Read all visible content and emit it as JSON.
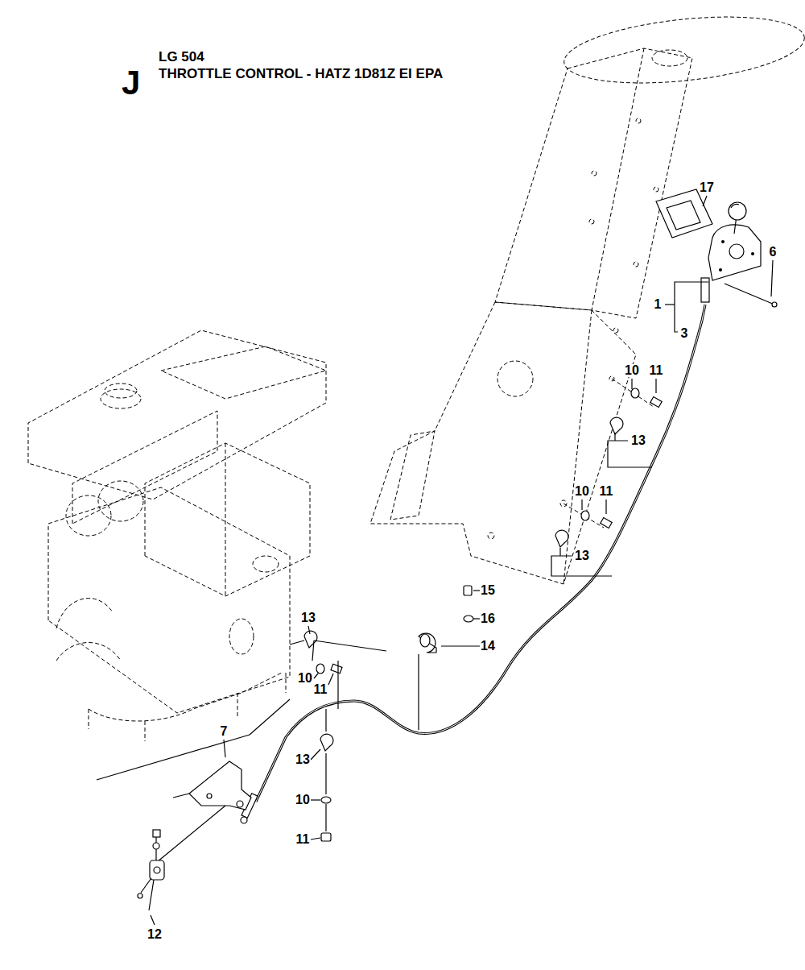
{
  "diagram": {
    "title": "THROTTLE CONTROL - HATZ 1D81Z EI EPA",
    "labels": [
      "J",
      "LG 504",
      "17",
      "6",
      "1",
      "3",
      "10",
      "11",
      "13",
      "10",
      "11",
      "13",
      "15",
      "16",
      "14",
      "13",
      "10",
      "11",
      "7",
      "13",
      "10",
      "11",
      "12"
    ]
  }
}
